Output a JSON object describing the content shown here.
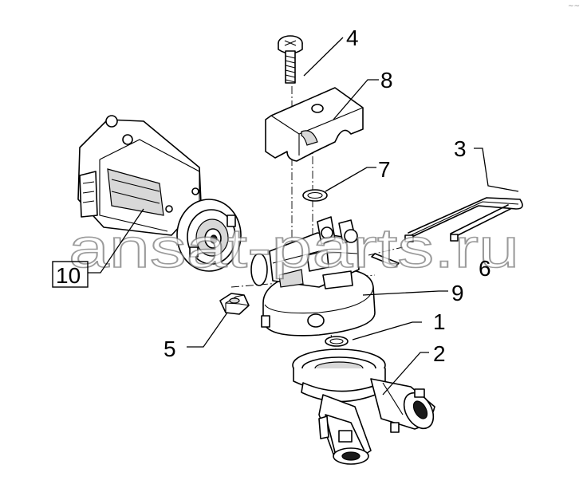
{
  "watermark": "ansat-parts.ru",
  "corner_mark": "~~",
  "callouts": [
    {
      "id": "1",
      "label": "1"
    },
    {
      "id": "2",
      "label": "2"
    },
    {
      "id": "3",
      "label": "3"
    },
    {
      "id": "4",
      "label": "4"
    },
    {
      "id": "5",
      "label": "5"
    },
    {
      "id": "6",
      "label": "6"
    },
    {
      "id": "7",
      "label": "7"
    },
    {
      "id": "8",
      "label": "8"
    },
    {
      "id": "9",
      "label": "9"
    },
    {
      "id": "10",
      "label": "10"
    }
  ]
}
